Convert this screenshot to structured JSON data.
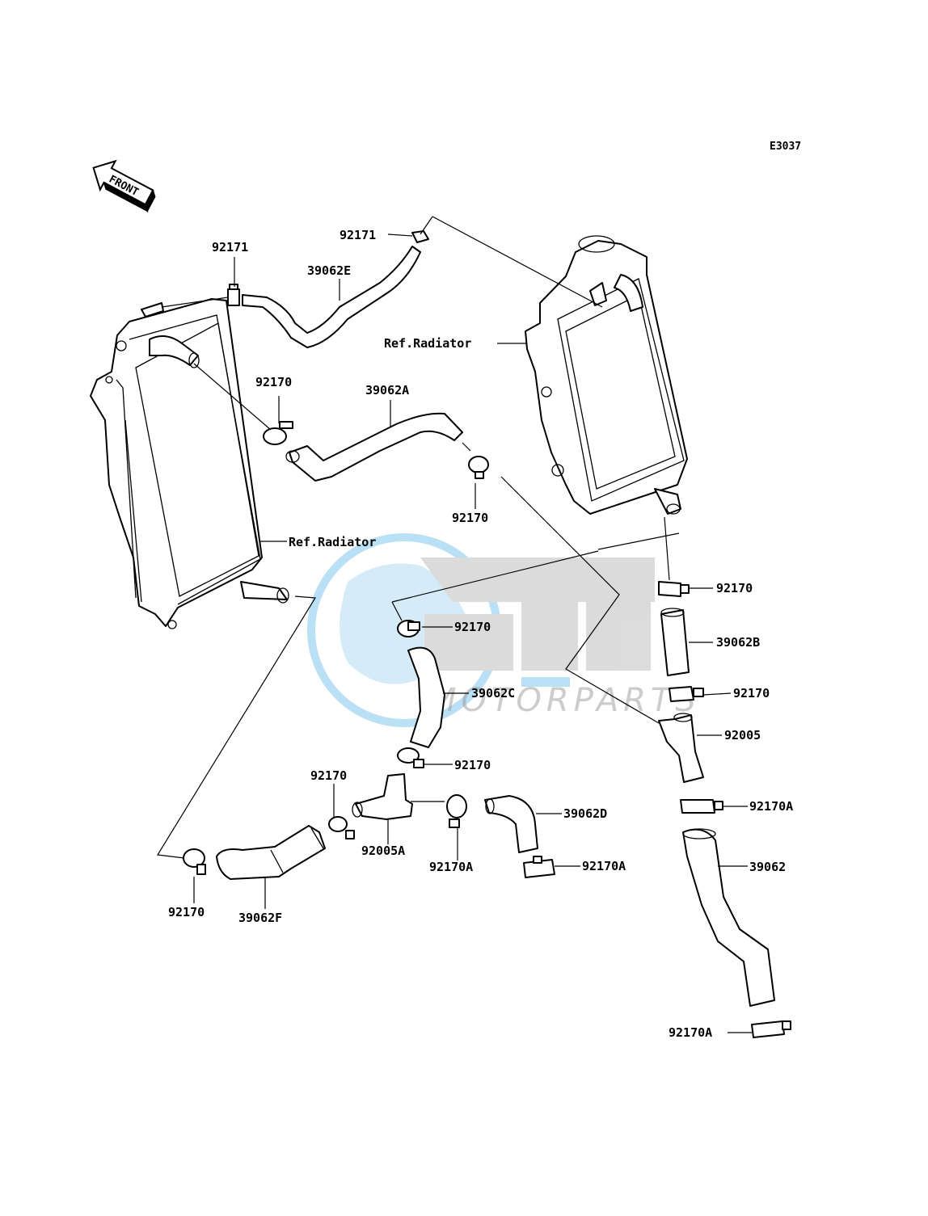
{
  "diagram": {
    "code": "E3037",
    "front_label": "FRONT",
    "watermark": {
      "main": "OEM",
      "sub": "MOTORPARTS",
      "color_blue": "#3aa8e0",
      "color_grey": "#9a9a9a"
    },
    "labels": {
      "p92171_left": "92171",
      "p92171_top": "92171",
      "p39062E": "39062E",
      "ref_radiator_right": "Ref.Radiator",
      "p92170_upper_left": "92170",
      "p39062A": "39062A",
      "p92170_mid": "92170",
      "ref_radiator_left": "Ref.Radiator",
      "p92170_right_top": "92170",
      "p92170_center": "92170",
      "p39062B": "39062B",
      "p39062C": "39062C",
      "p92170_right_mid": "92170",
      "p92005": "92005",
      "p92170_center_low": "92170",
      "p92170_lower_left": "92170",
      "p92170A_right": "92170A",
      "p39062D": "39062D",
      "p92005A": "92005A",
      "p92170A_center": "92170A",
      "p92170A_lower": "92170A",
      "p39062": "39062",
      "p92170_bottom_left": "92170",
      "p39062F": "39062F",
      "p92170A_bottom": "92170A"
    }
  }
}
